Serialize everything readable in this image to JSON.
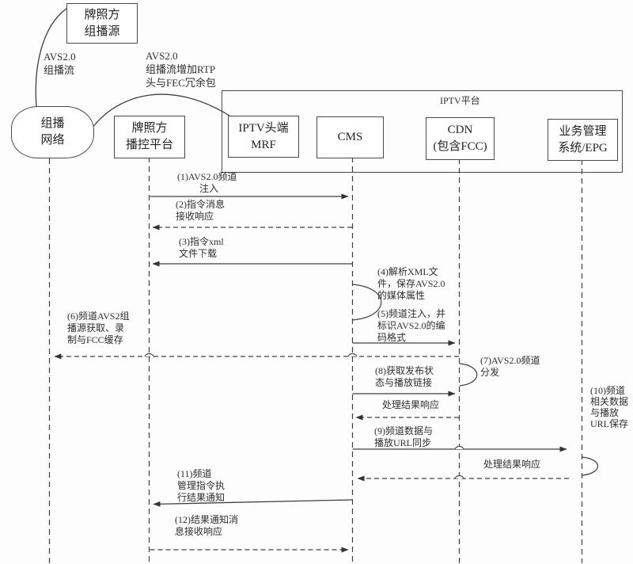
{
  "diagram": {
    "type": "sequence-diagram",
    "frame_label": "IPTV平台",
    "actors": {
      "source": {
        "line1": "牌照方",
        "line2": "组播源"
      },
      "network": {
        "line1": "组播",
        "line2": "网络"
      },
      "playout": {
        "line1": "牌照方",
        "line2": "播控平台"
      },
      "mrf": {
        "line1": "IPTV头端",
        "line2": "MRF"
      },
      "cms": {
        "line1": "CMS"
      },
      "cdn": {
        "line1": "CDN",
        "line2": "(包含FCC)"
      },
      "epg": {
        "line1": "业务管理",
        "line2": "系统/EPG"
      }
    },
    "flow_labels": {
      "multicast_stream": {
        "line1": "AVS2.0",
        "line2": "组播流"
      },
      "rtp_fec": {
        "line1": "AVS2.0",
        "line2": "组播流增加RTP",
        "line3": "头与FEC冗余包"
      }
    },
    "messages": {
      "m1": {
        "line1": "(1)AVS2.0频道",
        "line2": "注入",
        "from": "牌照方播控平台",
        "to": "CMS",
        "style": "solid"
      },
      "m2": {
        "line1": "(2)指令消息",
        "line2": "接收响应",
        "from": "CMS",
        "to": "牌照方播控平台",
        "style": "dashed"
      },
      "m3": {
        "line1": "(3)指令xml",
        "line2": "文件下载",
        "from": "CMS",
        "to": "牌照方播控平台",
        "style": "solid"
      },
      "m4": {
        "line1": "(4)解析XML文",
        "line2": "件，保存AVS2.0",
        "line3": "的媒体属性",
        "from": "CMS",
        "to": "CMS",
        "style": "self"
      },
      "m5": {
        "line1": "(5)频道注入，并",
        "line2": "标识AVS2.0的编",
        "line3": "码格式",
        "from": "CMS",
        "to": "CDN",
        "style": "solid"
      },
      "m6": {
        "line1": "(6)频道AVS2组",
        "line2": "播源获取、录",
        "line3": "制与FCC缓存",
        "from": "CDN",
        "to": "组播网络",
        "style": "dashed"
      },
      "m7": {
        "line1": "(7)AVS2.0频道",
        "line2": "分发",
        "from": "CDN",
        "to": "CDN",
        "style": "self"
      },
      "m8": {
        "line1": "(8)获取发布状",
        "line2": "态与播放链接",
        "from": "CMS",
        "to": "CDN",
        "style": "solid"
      },
      "m8r": {
        "line1": "处理结果响应",
        "from": "CDN",
        "to": "CMS",
        "style": "dashed"
      },
      "m9": {
        "line1": "(9)频道数据与",
        "line2": "播放URL同步",
        "from": "CMS",
        "to": "业务管理系统/EPG",
        "style": "solid"
      },
      "m10": {
        "line1": "(10)频道",
        "line2": "相关数据",
        "line3": "与播放",
        "line4": "URL保存",
        "from": "业务管理系统/EPG",
        "to": "业务管理系统/EPG",
        "style": "self"
      },
      "m9r": {
        "line1": "处理结果响应",
        "from": "业务管理系统/EPG",
        "to": "CMS",
        "style": "dashed"
      },
      "m11": {
        "line1": "(11)频道",
        "line2": "管理指令执",
        "line3": "行结果通知",
        "from": "CMS",
        "to": "牌照方播控平台",
        "style": "solid"
      },
      "m12": {
        "line1": "(12)结果通知消",
        "line2": "息接收响应",
        "from": "牌照方播控平台",
        "to": "CMS",
        "style": "dashed"
      }
    },
    "colors": {
      "line": "#3f3f3f",
      "text": "#2e2e2e",
      "background": "#fdfdfd",
      "box_border": "#4a4a4a"
    }
  }
}
